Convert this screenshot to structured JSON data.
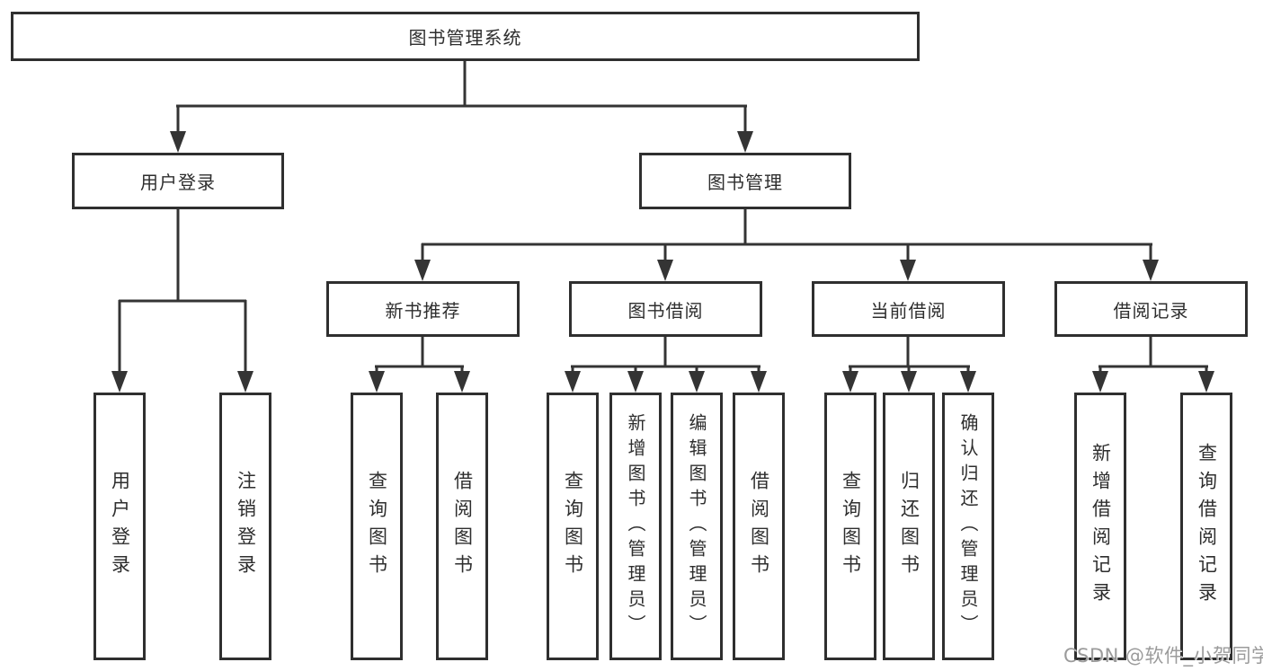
{
  "tree": {
    "root": {
      "label": "图书管理系统",
      "children": [
        {
          "label": "用户登录",
          "children": [
            {
              "label": "用户登录"
            },
            {
              "label": "注销登录"
            }
          ]
        },
        {
          "label": "图书管理",
          "children": [
            {
              "label": "新书推荐",
              "children": [
                {
                  "label": "查询图书"
                },
                {
                  "label": "借阅图书"
                }
              ]
            },
            {
              "label": "图书借阅",
              "children": [
                {
                  "label": "查询图书"
                },
                {
                  "label": "新增图书（管理员）"
                },
                {
                  "label": "编辑图书（管理员）"
                },
                {
                  "label": "借阅图书"
                }
              ]
            },
            {
              "label": "当前借阅",
              "children": [
                {
                  "label": "查询图书"
                },
                {
                  "label": "归还图书"
                },
                {
                  "label": "确认归还（管理员）"
                }
              ]
            },
            {
              "label": "借阅记录",
              "children": [
                {
                  "label": "新增借阅记录"
                },
                {
                  "label": "查询借阅记录"
                }
              ]
            }
          ]
        }
      ]
    }
  },
  "watermark": "CSDN @软件_小贺同学",
  "colors": {
    "line": "#343434",
    "box_border": "#2f2f2f",
    "text": "#2e2e2e",
    "watermark": "#9b9b9b",
    "background": "#ffffff"
  }
}
